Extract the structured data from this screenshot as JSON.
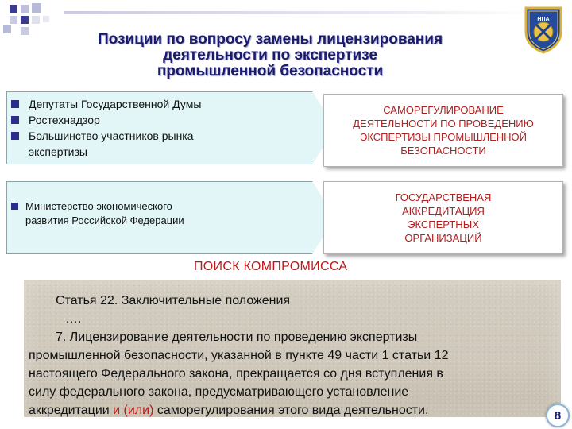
{
  "title": {
    "line1": "Позиции по вопросу замены лицензирования",
    "line2": "деятельности по экспертизе",
    "line3": "промышленной безопасности"
  },
  "left_panel_1": {
    "items": [
      "Депутаты Государственной Думы",
      "Ростехнадзор",
      "Большинство участников рынка"
    ],
    "continuation": "экспертизы"
  },
  "left_panel_2": {
    "line1": "Министерство экономического",
    "line2": "развития Российской Федерации"
  },
  "right_box_1": {
    "line1": "САМОРЕГУЛИРОВАНИЕ",
    "line2": "ДЕЯТЕЛЬНОСТИ ПО ПРОВЕДЕНИЮ",
    "line3": "ЭКСПЕРТИЗЫ ПРОМЫШЛЕННОЙ",
    "line4": "БЕЗОПАСНОСТИ"
  },
  "right_box_2": {
    "line1": "ГОСУДАРСТВЕНАЯ",
    "line2": "АККРЕДИТАЦИЯ",
    "line3": "ЭКСПЕРТНЫХ",
    "line4": "ОРГАНИЗАЦИЙ"
  },
  "compromise_label": "ПОИСК КОМПРОМИССА",
  "article": {
    "heading_prefix": "Статья 22. ",
    "heading_main": "Заключительные положения",
    "ellipsis": "….",
    "item_number": "7. ",
    "line1": "Лицензирование деятельности по проведению экспертизы",
    "line2": "промышленной безопасности, указанной в пункте 49 части 1 статьи 12",
    "line3": "настоящего Федерального закона, прекращается со дня вступления в",
    "line4": "силу федерального закона, предусматривающего установление",
    "line5_a": "аккредитации ",
    "line5_red": "и (или)",
    "line5_b": " саморегулирования этого вида деятельности."
  },
  "logo_text": "НПА",
  "page_number": "8",
  "colors": {
    "title": "#1a1a6e",
    "bullet": "#2c2c8a",
    "panel_fill": "#e3f6f7",
    "accent_red": "#c01818",
    "article_bg": "#d2cbbf"
  },
  "icons": [
    "square-bullet-icon",
    "emblem-logo-icon"
  ]
}
